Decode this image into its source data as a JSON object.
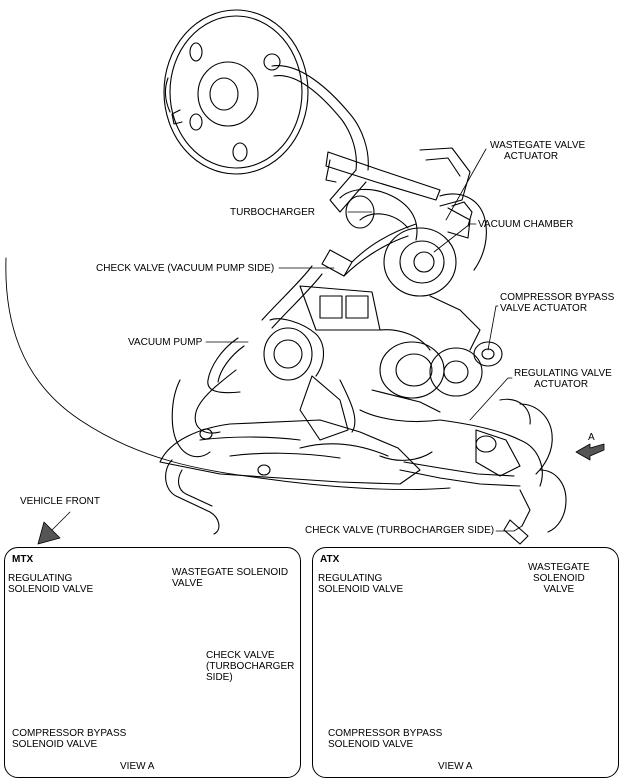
{
  "main_labels": {
    "wastegate_actuator": [
      "WASTEGATE VALVE",
      "ACTUATOR"
    ],
    "turbocharger": "TURBOCHARGER",
    "vacuum_chamber": "VACUUM CHAMBER",
    "check_valve_vacuum": "CHECK VALVE (VACUUM PUMP SIDE)",
    "compressor_bypass_actuator": [
      "COMPRESSOR BYPASS",
      "VALVE ACTUATOR"
    ],
    "vacuum_pump": "VACUUM PUMP",
    "regulating_actuator": [
      "REGULATING VALVE",
      "ACTUATOR"
    ],
    "view_marker": "A",
    "vehicle_front": "VEHICLE FRONT",
    "check_valve_turbo": "CHECK VALVE (TURBOCHARGER SIDE)"
  },
  "mtx": {
    "title": "MTX",
    "regulating": [
      "REGULATING",
      "SOLENOID VALVE"
    ],
    "wastegate": [
      "WASTEGATE SOLENOID",
      "VALVE"
    ],
    "check_valve": [
      "CHECK VALVE",
      "(TURBOCHARGER",
      "SIDE)"
    ],
    "compressor": [
      "COMPRESSOR BYPASS",
      "SOLENOID VALVE"
    ],
    "view": "VIEW A"
  },
  "atx": {
    "title": "ATX",
    "regulating": [
      "REGULATING",
      "SOLENOID VALVE"
    ],
    "wastegate": [
      "WASTEGATE",
      "SOLENOID",
      "VALVE"
    ],
    "compressor": [
      "COMPRESSOR BYPASS",
      "SOLENOID VALVE"
    ],
    "view": "VIEW A"
  }
}
